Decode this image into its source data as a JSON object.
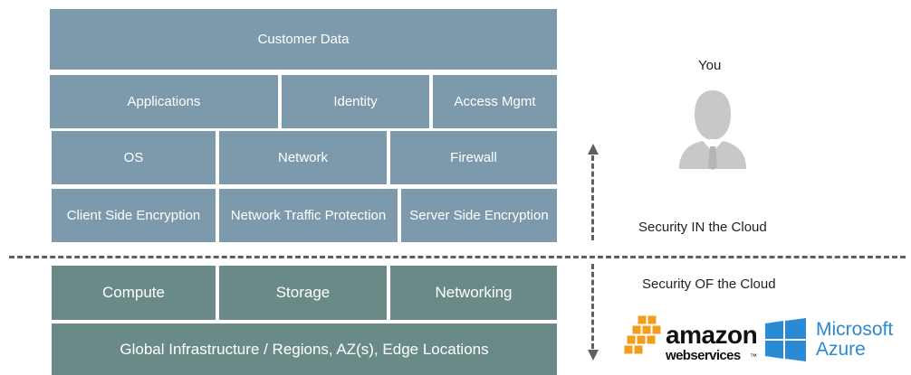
{
  "colors": {
    "upper_block": "#7d9aac",
    "lower_block": "#6a8a87",
    "divider": "#5f5f5f",
    "person_icon": "#c8c8c8",
    "aws_orange": "#f29d1c",
    "azure_blue": "#2a8ad4"
  },
  "customer_layer": {
    "customer_data": "Customer Data",
    "row2": [
      "Applications",
      "Identity",
      "Access Mgmt"
    ],
    "row3": [
      "OS",
      "Network",
      "Firewall"
    ],
    "row4": [
      "Client Side Encryption",
      "Network Traffic Protection",
      "Server Side Encryption"
    ]
  },
  "provider_layer": {
    "row1": [
      "Compute",
      "Storage",
      "Networking"
    ],
    "infrastructure": "Global Infrastructure / Regions, AZ(s), Edge Locations"
  },
  "labels": {
    "you": "You",
    "security_in": "Security IN the Cloud",
    "security_of": "Security OF the Cloud"
  },
  "logos": {
    "aws_main": "amazon",
    "aws_sub": "webservices",
    "aws_tm": "™",
    "ms_line1": "Microsoft",
    "ms_line2": "Azure"
  },
  "icons": [
    "person-icon",
    "up-arrow-icon",
    "down-arrow-icon",
    "aws-cubes-icon",
    "windows-logo-icon"
  ]
}
